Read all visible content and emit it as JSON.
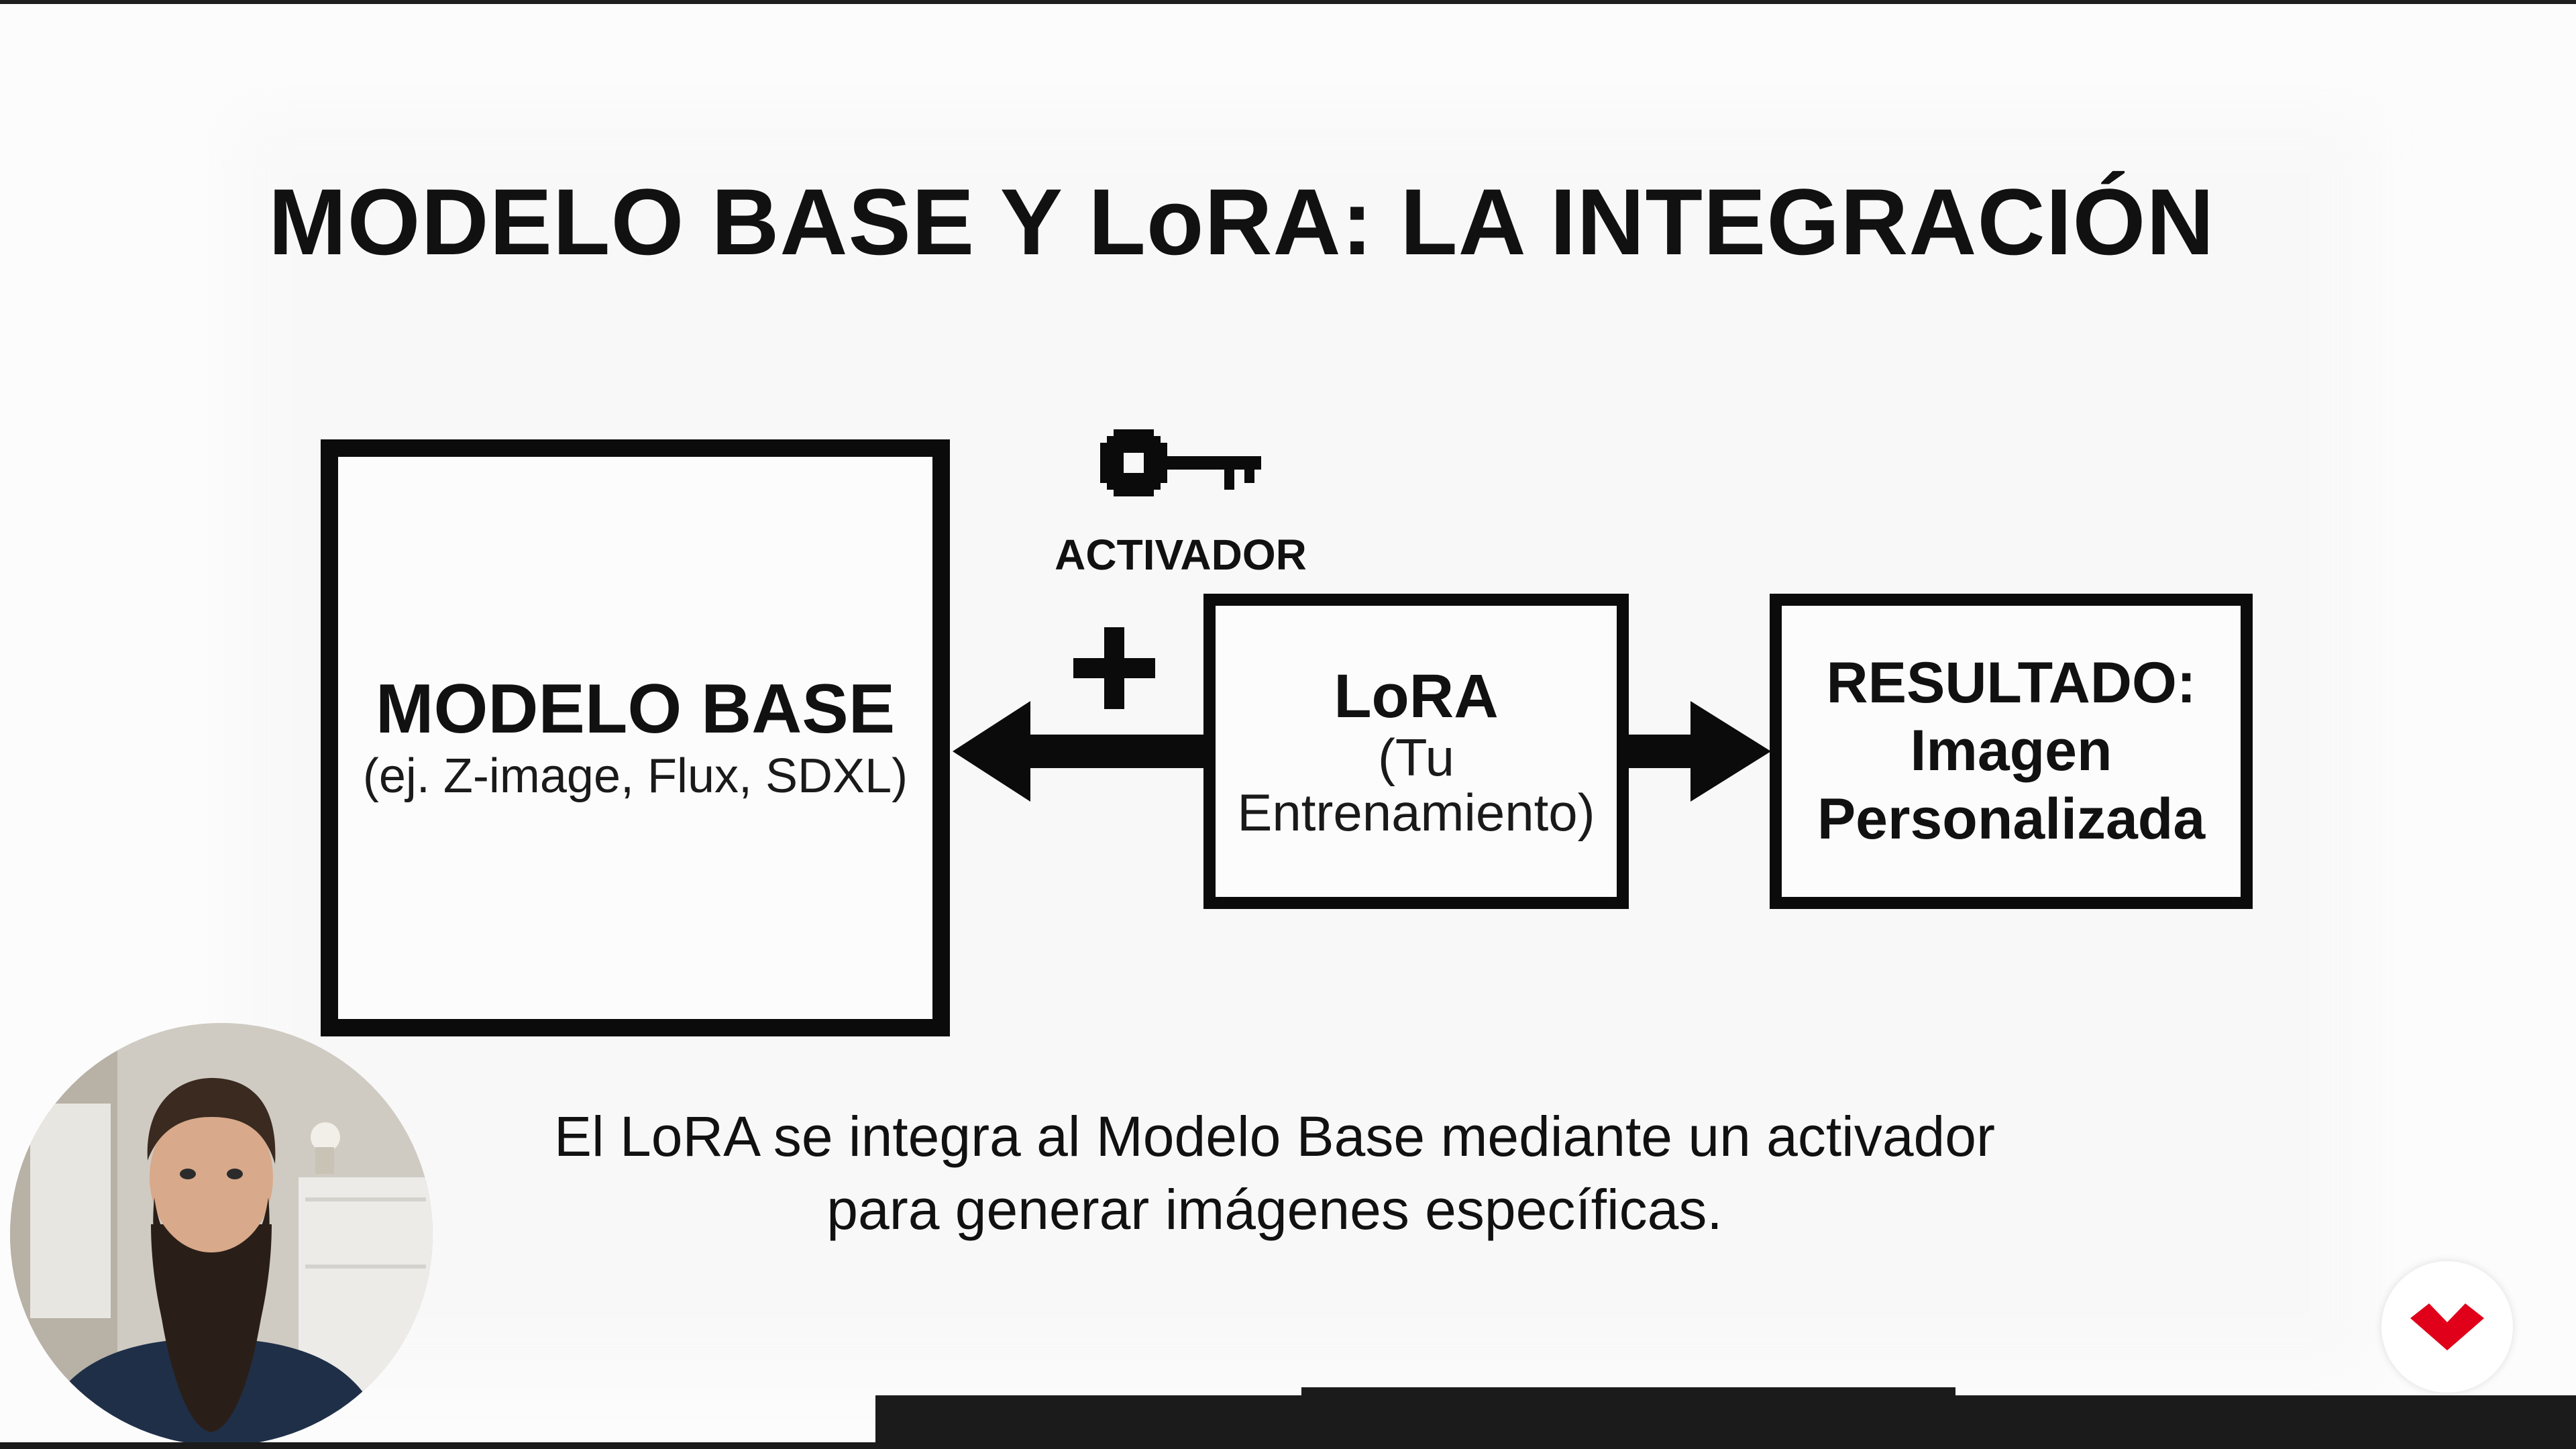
{
  "slide": {
    "title": "MODELO BASE Y LoRA: LA INTEGRACIÓN",
    "caption_line1": "El LoRA se integra al Modelo Base mediante un activador",
    "caption_line2": "para generar imágenes específicas."
  },
  "diagram": {
    "base_model": {
      "title": "MODELO BASE",
      "subtitle": "(ej. Z-image, Flux, SDXL)"
    },
    "lora": {
      "title": "LoRA",
      "subtitle_line1": "(Tu",
      "subtitle_line2": "Entrenamiento)"
    },
    "result": {
      "line1": "RESULTADO:",
      "line2": "Imagen",
      "line3": "Personalizada"
    },
    "activator_label": "ACTIVADOR",
    "icons": [
      "key-icon",
      "plus-icon",
      "arrow-left-icon",
      "arrow-right-icon"
    ]
  },
  "colors": {
    "ink": "#0b0b0b",
    "background": "#fcfcfc",
    "logo": "#e0001a"
  }
}
